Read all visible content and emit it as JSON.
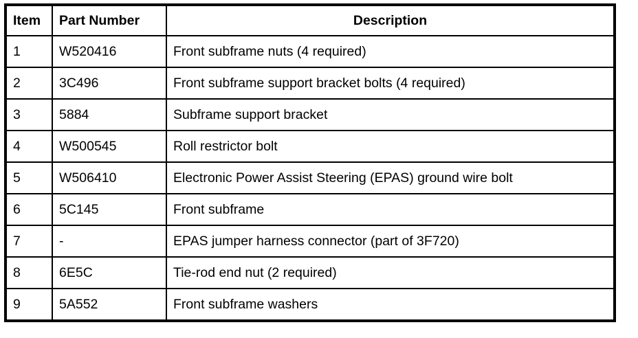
{
  "document": {
    "kind": "parts-legend-table",
    "background_color": "#ffffff",
    "text_color": "#000000",
    "rule_color": "#000000"
  },
  "table": {
    "columns": [
      {
        "key": "item",
        "label": "Item",
        "align": "left"
      },
      {
        "key": "part_number",
        "label": "Part Number",
        "align": "left"
      },
      {
        "key": "description",
        "label": "Description",
        "align": "center"
      }
    ],
    "rows": [
      {
        "item": "1",
        "part_number": "W520416",
        "description": "Front subframe nuts (4 required)"
      },
      {
        "item": "2",
        "part_number": "3C496",
        "description": "Front subframe support bracket bolts (4 required)"
      },
      {
        "item": "3",
        "part_number": "5884",
        "description": "Subframe support bracket"
      },
      {
        "item": "4",
        "part_number": "W500545",
        "description": "Roll restrictor bolt"
      },
      {
        "item": "5",
        "part_number": "W506410",
        "description": "Electronic Power Assist Steering (EPAS) ground wire bolt"
      },
      {
        "item": "6",
        "part_number": "5C145",
        "description": "Front subframe"
      },
      {
        "item": "7",
        "part_number": "-",
        "description": "EPAS jumper harness connector (part of 3F720)"
      },
      {
        "item": "8",
        "part_number": "6E5C",
        "description": "Tie-rod end nut (2 required)"
      },
      {
        "item": "9",
        "part_number": "5A552",
        "description": "Front subframe washers"
      }
    ]
  }
}
